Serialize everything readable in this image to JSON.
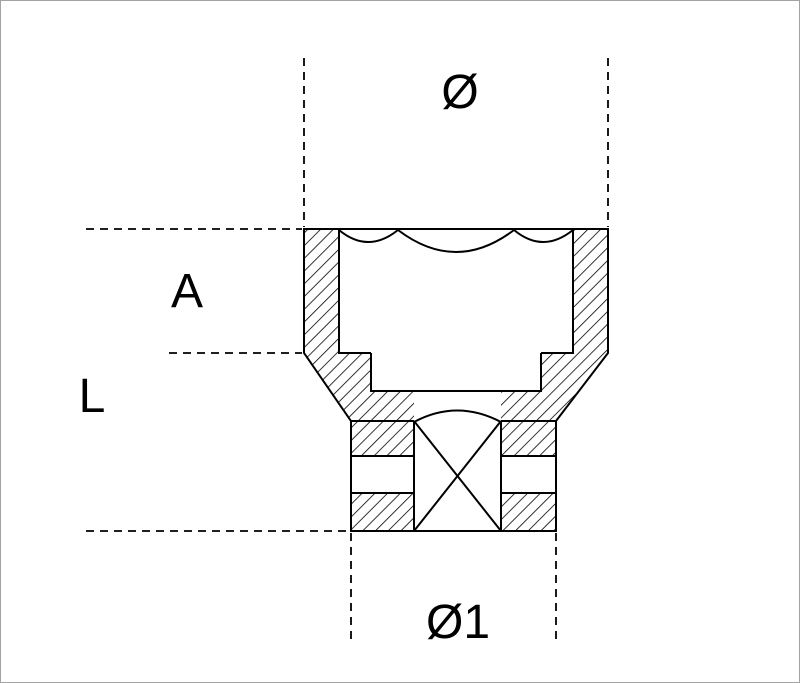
{
  "page": {
    "background": "#ffffff",
    "border_color": "#a3a3a3"
  },
  "drawing": {
    "description": "socket cross-section technical drawing with dimension labels",
    "line_color": "#000000",
    "labels": {
      "outer_diameter": "Ø",
      "head_depth": "A",
      "overall_length": "L",
      "drive_end_diameter": "Ø1"
    }
  }
}
